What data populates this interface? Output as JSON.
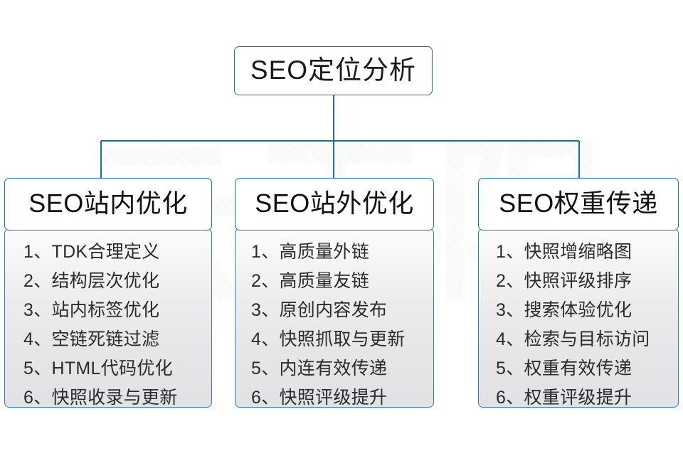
{
  "diagram": {
    "title": "SEO定位分析",
    "watermark": "云无限",
    "accent_color": "#1a6fb5",
    "branch_color": "#2f7fc0",
    "text_color": "#1a1a1a",
    "background_color": "#ffffff"
  },
  "columns": [
    {
      "header": "SEO站内优化",
      "items": [
        "1、TDK合理定义",
        "2、结构层次优化",
        "3、站内标签优化",
        "4、空链死链过滤",
        "5、HTML代码优化",
        "6、快照收录与更新"
      ]
    },
    {
      "header": "SEO站外优化",
      "items": [
        "1、高质量外链",
        "2、高质量友链",
        "3、原创内容发布",
        "4、快照抓取与更新",
        "5、内连有效传递",
        "6、快照评级提升"
      ]
    },
    {
      "header": "SEO权重传递",
      "items": [
        "1、快照增缩略图",
        "2、快照评级排序",
        "3、搜索体验优化",
        "4、检索与目标访问",
        "5、权重有效传递",
        "6、权重评级提升"
      ]
    }
  ]
}
